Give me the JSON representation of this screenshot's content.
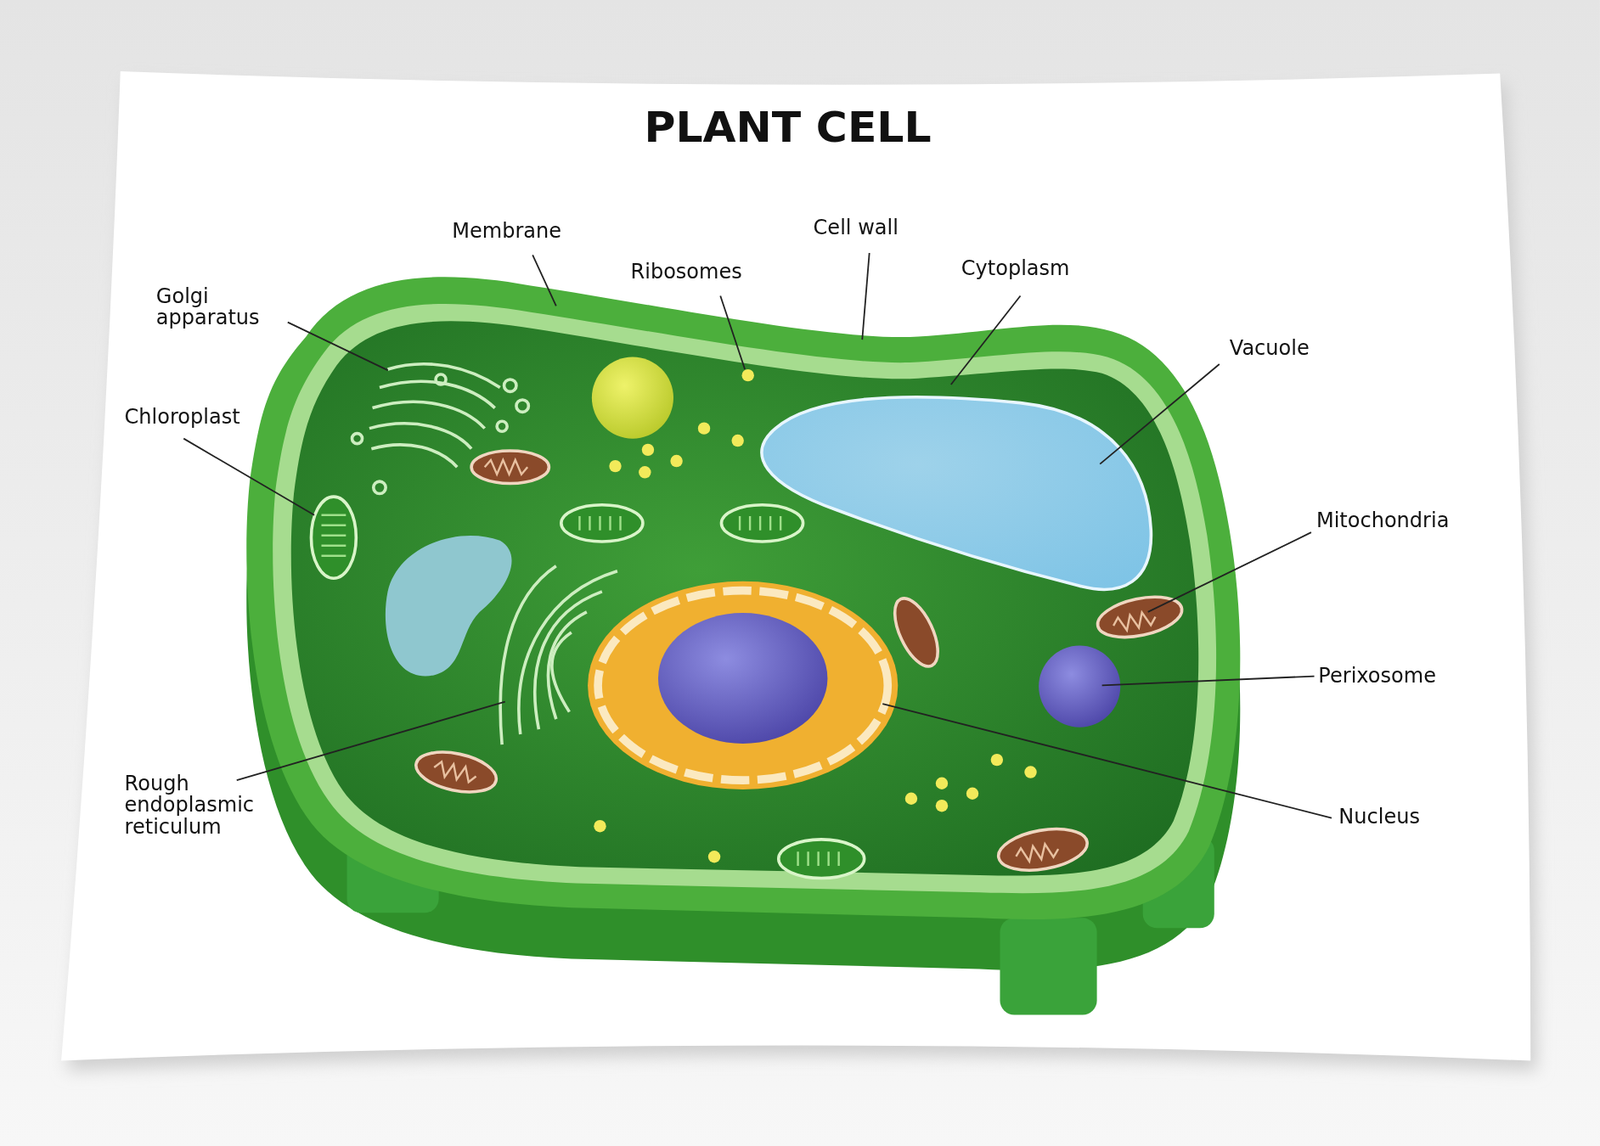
{
  "diagram": {
    "title": "PLANT CELL",
    "labels": [
      "Membrane",
      "Cell wall",
      "Ribosomes",
      "Cytoplasm",
      "Golgi apparatus",
      "Vacuole",
      "Chloroplast",
      "Mitochondria",
      "Perixosome",
      "Nucleus",
      "Rough endoplasmic reticulum"
    ]
  }
}
